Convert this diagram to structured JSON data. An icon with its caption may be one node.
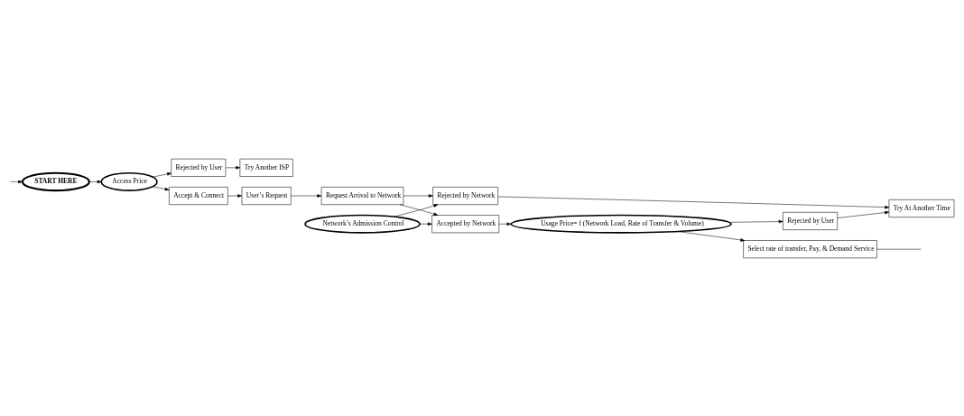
{
  "diagram": {
    "nodes": [
      {
        "text": [
          "START HERE"
        ]
      },
      {
        "text": [
          "Access Price"
        ]
      },
      {
        "text": [
          "Rejected by User"
        ]
      },
      {
        "text": [
          "Try Another ISP"
        ]
      },
      {
        "text": [
          "Accept & Connect"
        ]
      },
      {
        "text": [
          "User’s Request"
        ]
      },
      {
        "text": [
          "Request Arrival to Network"
        ]
      },
      {
        "text": [
          "Network’s Admission Control"
        ]
      },
      {
        "text": [
          "Rejected by Network"
        ]
      },
      {
        "text": [
          "Accepted by Network"
        ]
      },
      {
        "text": [
          "Try At Another Time"
        ]
      },
      {
        "text": [
          "Usage Price= f (Network Load, Rate of Transfer & Volume)"
        ]
      },
      {
        "text": [
          "Rejected by User"
        ]
      },
      {
        "text": [
          "Select rate of transfer, Pay, & Demand Service"
        ]
      }
    ],
    "edges": [
      {
        "from": null,
        "to": 0,
        "arrow": "to"
      },
      {
        "from": 0,
        "to": 1,
        "arrow": "to"
      },
      {
        "from": 1,
        "to": 2,
        "arrow": "to"
      },
      {
        "from": 2,
        "to": 3,
        "arrow": "to"
      },
      {
        "from": 1,
        "to": 4,
        "arrow": "to"
      },
      {
        "from": 4,
        "to": 5,
        "arrow": "to"
      },
      {
        "from": 5,
        "to": 6,
        "arrow": "to"
      },
      {
        "from": 6,
        "to": 8,
        "arrow": "to"
      },
      {
        "from": 6,
        "to": 9,
        "arrow": "to"
      },
      {
        "from": 7,
        "to": 8,
        "arrow": "to"
      },
      {
        "from": 7,
        "to": 9,
        "arrow": "to"
      },
      {
        "from": 8,
        "to": 10,
        "arrow": "to"
      },
      {
        "from": 9,
        "to": 11,
        "arrow": "to"
      },
      {
        "from": 11,
        "to": 12,
        "arrow": "to"
      },
      {
        "from": 12,
        "to": 10,
        "arrow": "to"
      },
      {
        "from": 11,
        "to": 13,
        "arrow": "to"
      },
      {
        "from": 13,
        "to": null,
        "arrow": "none"
      }
    ]
  }
}
